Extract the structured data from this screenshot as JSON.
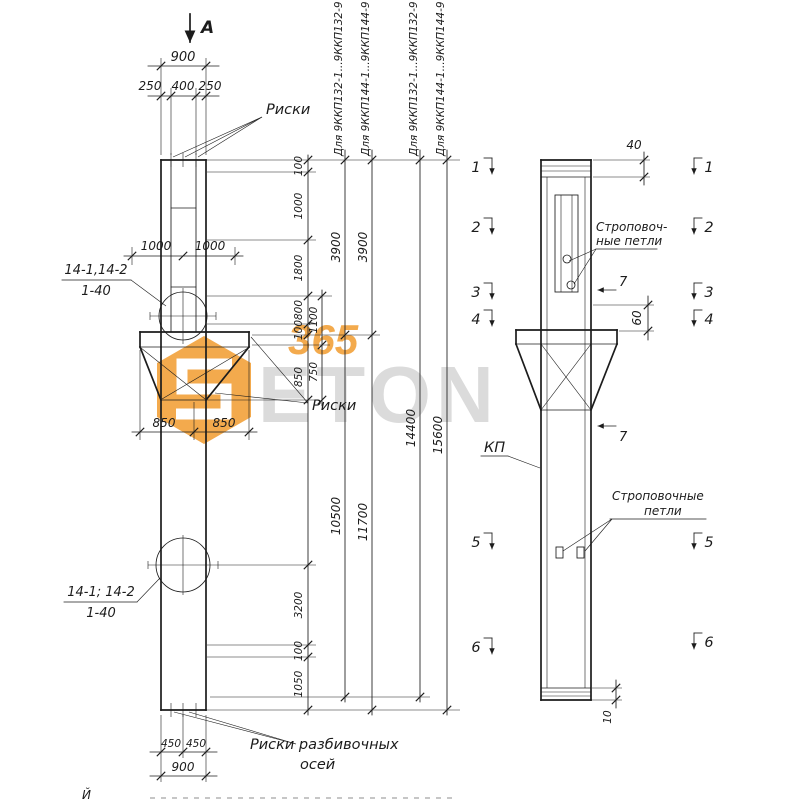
{
  "watermark": {
    "digits": "365",
    "brand": "ETON",
    "accent": "#f2a13a",
    "gray": "#d8d8d8"
  },
  "front_view": {
    "view_arrow_label": "А",
    "top_dims": {
      "overall": "900",
      "parts": [
        "250",
        "400",
        "250"
      ]
    },
    "riski_top_label": "Риски",
    "axis_dims": [
      "1000",
      "1000"
    ],
    "hole_upper_label": {
      "line1": "14-1,14-2",
      "line2": "1-40"
    },
    "hole_lower_label": {
      "line1": "14-1; 14-2",
      "line2": "1-40"
    },
    "console_dims": [
      "850",
      "850"
    ],
    "riski_mid_label": "Риски",
    "chain_inner": [
      "100",
      "1000",
      "1800",
      "800",
      "100",
      "850"
    ],
    "chain_outer": [
      "1100",
      "750"
    ],
    "chain_lower": [
      "3200",
      "100",
      "1050"
    ],
    "chain_132_upper": "3900",
    "chain_132_lower": "10500",
    "chain_144_upper": "3900",
    "chain_144_lower": "11700",
    "total_132": "14400",
    "total_144": "15600",
    "series_headers": [
      "Для 9ККП132-1...9ККП132-9",
      "Для 9ККП144-1...9ККП144-9",
      "Для 9ККП132-1...9ККП132-9",
      "Для 9ККП144-1...9ККП144-9"
    ],
    "bottom_dims": {
      "halves": [
        "450",
        "450"
      ],
      "overall": "900"
    },
    "riski_bottom_label": {
      "line1": "Риски разбивочных",
      "line2": "осей"
    }
  },
  "side_view": {
    "dim_top": "40",
    "dim_console": "60",
    "dim_bottom": "10",
    "column_mark": "КП",
    "loops_top_label": {
      "line1": "Строповоч-",
      "line2": "ные петли"
    },
    "loops_mid_label": {
      "line1": "Строповочные",
      "line2": "петли"
    },
    "sections_left": [
      "1",
      "2",
      "3",
      "4",
      "5",
      "6"
    ],
    "sections_right": [
      "1",
      "2",
      "3",
      "4",
      "5",
      "6"
    ],
    "section7_upper": "7",
    "section7_lower": "7"
  },
  "footer": {
    "cut_label": "Й"
  }
}
